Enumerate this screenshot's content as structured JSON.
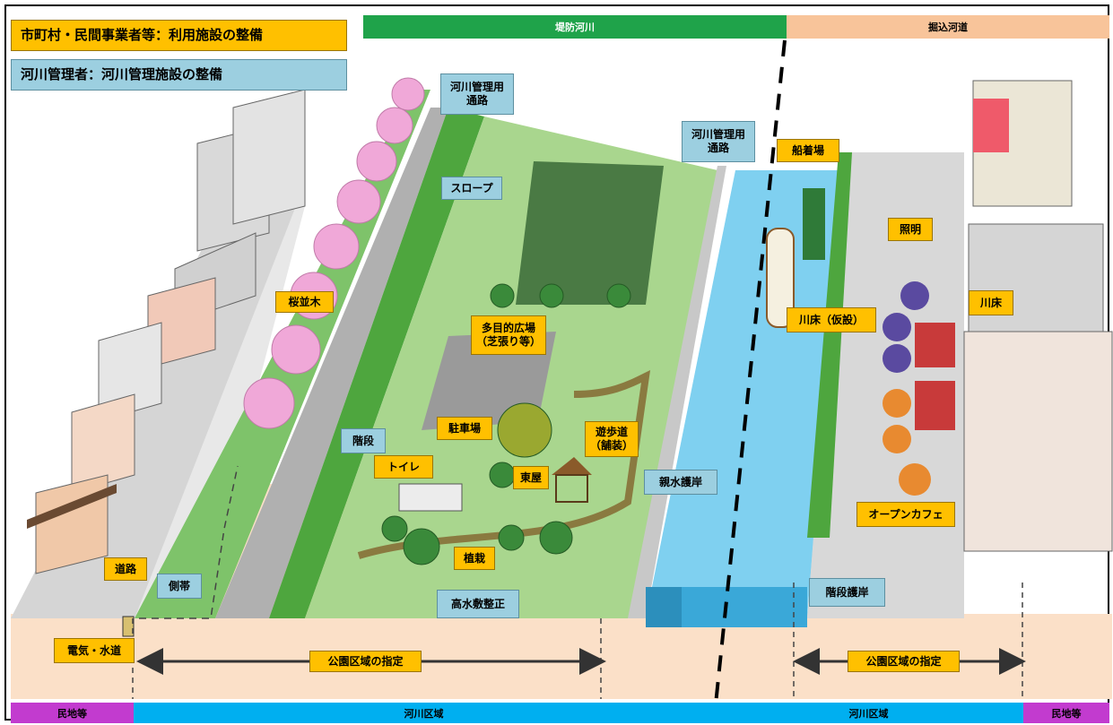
{
  "legend": {
    "municipal": "市町村・民間事業者等：利用施設の整備",
    "river_admin": "河川管理者：河川管理施設の整備",
    "municipal_color": "#ffc000",
    "river_admin_color": "#9ccfe0"
  },
  "top_bands": {
    "embankment_river": "堤防河川",
    "excavated_channel": "掘込河道"
  },
  "bottom_bands": {
    "private_left": "民地等",
    "river_zone_left": "河川区域",
    "river_zone_right": "河川区域",
    "private_right": "民地等"
  },
  "park_designation": {
    "left": "公園区域の指定",
    "right": "公園区域の指定"
  },
  "labels": {
    "mgmt_road_1": "河川管理用\n通路",
    "mgmt_road_2": "河川管理用\n通路",
    "slope": "スロープ",
    "cherry_trees": "桜並木",
    "multipurpose_plaza": "多目的広場\n（芝張り等）",
    "parking": "駐車場",
    "promenade": "遊歩道\n（舗装）",
    "stairs": "階段",
    "toilet": "トイレ",
    "gazebo": "東屋",
    "planting": "植栽",
    "hydrophilic_revetment": "親水護岸",
    "road": "道路",
    "side_strip": "側帯",
    "high_water_bed": "高水敷整正",
    "utilities": "電気・水道",
    "landing": "船着場",
    "lighting": "照明",
    "riverbed_deck_temp": "川床（仮設）",
    "riverbed_deck": "川床",
    "open_cafe": "オープンカフェ",
    "stepped_revetment": "階段護岸"
  },
  "colors": {
    "water": "#7fd0f0",
    "grass": "#58b848",
    "ground": "#fbe0c8",
    "embankment_green": "#1fa34a",
    "excavated_orange": "#f8c49a",
    "private_magenta": "#c23bcf",
    "river_zone_blue": "#00aff0",
    "cherry": "#f0a8d8"
  }
}
